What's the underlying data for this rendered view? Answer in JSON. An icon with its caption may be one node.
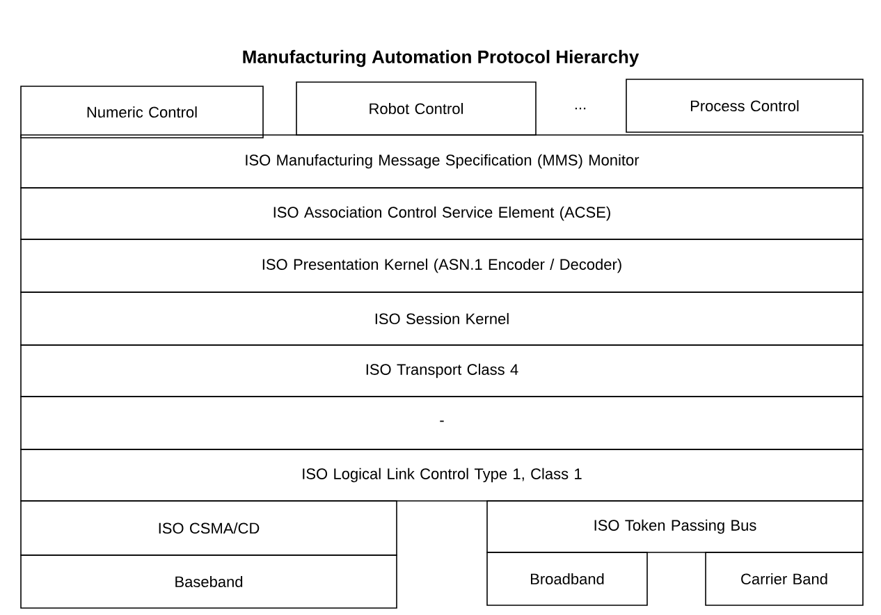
{
  "diagram": {
    "title": "Manufacturing Automation Protocol Hierarchy",
    "nodes": [
      {
        "text": [
          "Numeric Control"
        ]
      },
      {
        "text": [
          "Robot Control"
        ]
      },
      {
        "text": [
          "Process Control"
        ]
      },
      {
        "text": [
          "ISO Manufacturing Message Specification (MMS) Monitor"
        ]
      },
      {
        "text": [
          "ISO Association Control Service Element (ACSE)"
        ]
      },
      {
        "text": [
          "ISO Presentation Kernel (ASN.1 Encoder / Decoder)"
        ]
      },
      {
        "text": [
          "ISO Session Kernel"
        ]
      },
      {
        "text": [
          "ISO Transport Class 4"
        ]
      },
      {
        "text": [
          "-"
        ]
      },
      {
        "text": [
          "ISO Logical Link Control Type 1, Class 1"
        ]
      },
      {
        "text": [
          "ISO CSMA/CD"
        ]
      },
      {
        "text": [
          "ISO Token Passing Bus"
        ]
      },
      {
        "text": [
          "Baseband"
        ]
      },
      {
        "text": [
          "Broadband"
        ]
      },
      {
        "text": [
          "Carrier Band"
        ]
      }
    ],
    "labels": [
      "..."
    ]
  }
}
